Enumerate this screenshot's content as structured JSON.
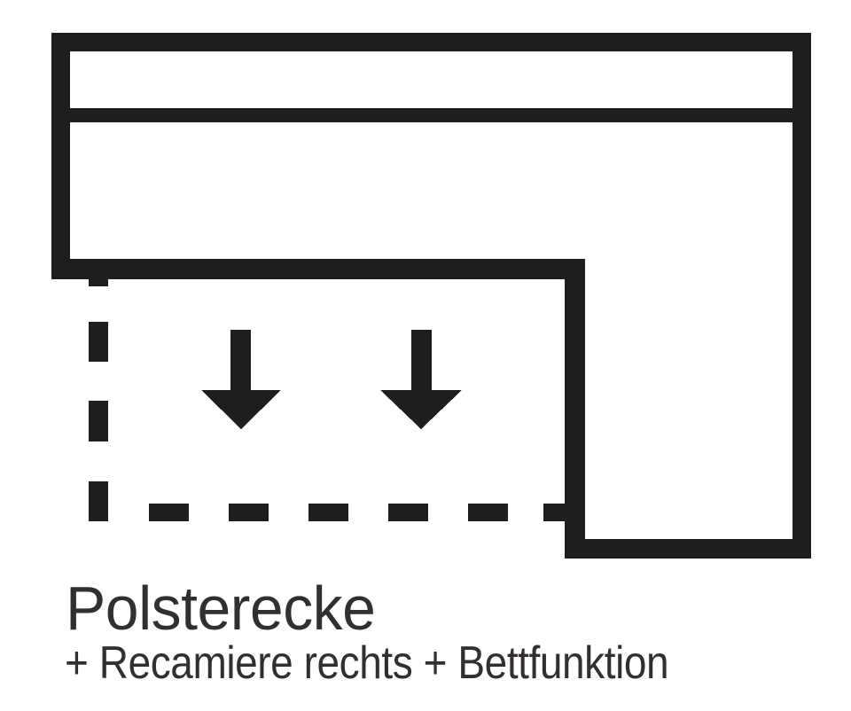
{
  "diagram": {
    "name": "corner-sofa-top-view-pictogram",
    "line_color": "#201d1e",
    "parts": [
      "sofa-outline",
      "backrest-line",
      "pullout-bed-dashed-outline",
      "bed-function-arrow-left",
      "bed-function-arrow-right"
    ]
  },
  "caption": {
    "title": "Polsterecke",
    "subtitle": "+ Recamiere rechts + Bettfunktion",
    "text_color": "#332f30"
  }
}
